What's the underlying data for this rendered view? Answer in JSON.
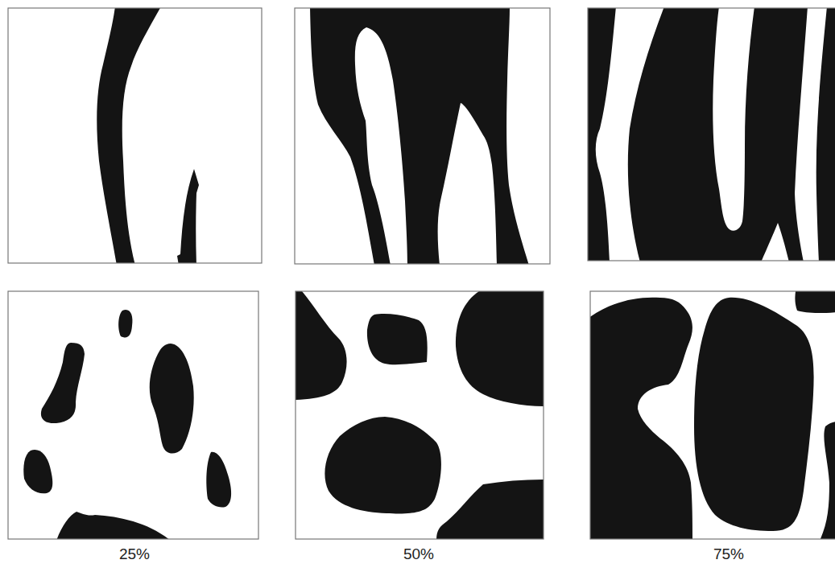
{
  "diagram": {
    "labels": [
      "25%",
      "50%",
      "75%"
    ]
  }
}
